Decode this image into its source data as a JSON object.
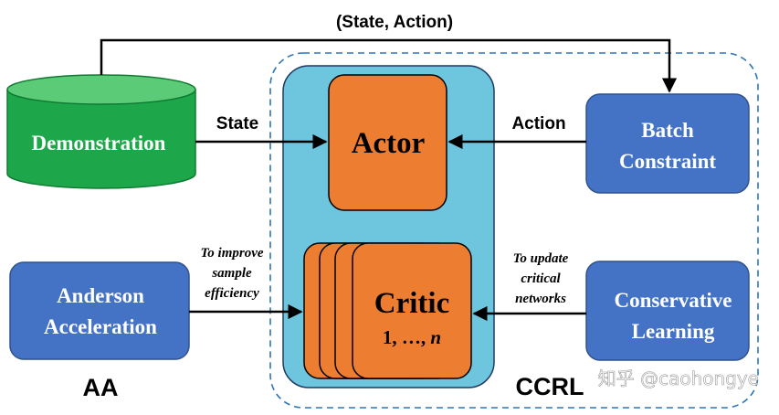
{
  "colors": {
    "blue_box": "#4472C4",
    "blue_box_edge": "#2F528F",
    "orange": "#ED7D31",
    "light_blue": "#6EC6DE",
    "green": "#1EA64A",
    "green_dark": "#0E7A31",
    "dashed_border": "#2E75B6",
    "text_white": "#ffffff",
    "text_dark": "#000000"
  },
  "labels": {
    "top_arrow": "(State, Action)",
    "state": "State",
    "action": "Action",
    "improve": [
      "To improve",
      "sample",
      "efficiency"
    ],
    "update": [
      "To update",
      "critical",
      "networks"
    ],
    "aa": "AA",
    "ccrl": "CCRL",
    "watermark": "知乎 @caohongye"
  },
  "nodes": {
    "demonstration": "Demonstration",
    "actor": "Actor",
    "critic_title": "Critic",
    "critic_sub": "1, …, ",
    "critic_sub_n": "n",
    "batch_constraint": [
      "Batch",
      "Constraint"
    ],
    "anderson": [
      "Anderson",
      "Acceleration"
    ],
    "conservative": [
      "Conservative",
      "Learning"
    ]
  }
}
